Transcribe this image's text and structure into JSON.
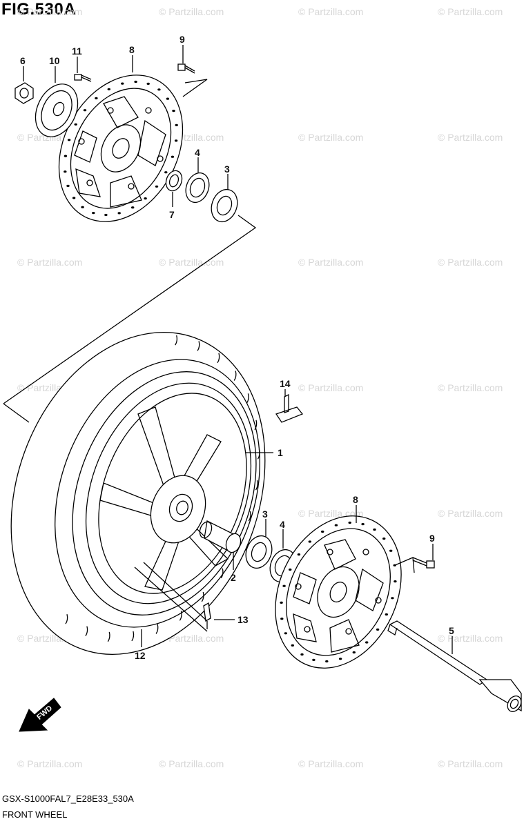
{
  "figure": {
    "title": "FIG.530A",
    "model_code": "GSX-S1000FAL7_E28E33_530A",
    "name": "FRONT WHEEL"
  },
  "watermark": "© Partzilla.com",
  "fwd_label": "FWD",
  "parts": [
    {
      "id": "p1",
      "label": "1"
    },
    {
      "id": "p2",
      "label": "2"
    },
    {
      "id": "p3a",
      "label": "3"
    },
    {
      "id": "p3b",
      "label": "3"
    },
    {
      "id": "p4a",
      "label": "4"
    },
    {
      "id": "p4b",
      "label": "4"
    },
    {
      "id": "p5",
      "label": "5"
    },
    {
      "id": "p6",
      "label": "6"
    },
    {
      "id": "p7",
      "label": "7"
    },
    {
      "id": "p8a",
      "label": "8"
    },
    {
      "id": "p8b",
      "label": "8"
    },
    {
      "id": "p9a",
      "label": "9"
    },
    {
      "id": "p9b",
      "label": "9"
    },
    {
      "id": "p10",
      "label": "10"
    },
    {
      "id": "p11",
      "label": "11"
    },
    {
      "id": "p12",
      "label": "12"
    },
    {
      "id": "p13",
      "label": "13"
    },
    {
      "id": "p14",
      "label": "14"
    }
  ]
}
